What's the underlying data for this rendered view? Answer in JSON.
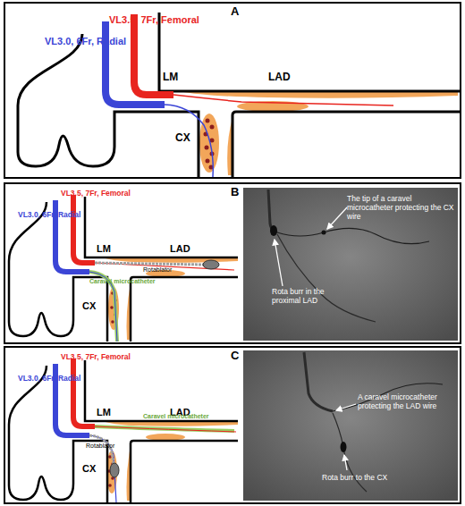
{
  "diagram": {
    "nodes": [
      {
        "text": [
          "A"
        ]
      },
      {
        "text": [
          "B"
        ]
      },
      {
        "text": [
          "C"
        ]
      }
    ],
    "labels": [
      "VL3.5, 7Fr, Femoral",
      "VL3.0, 6Fr, Radial",
      "LM",
      "LAD",
      "CX",
      "VL3.5, 7Fr, Femoral",
      "VL3.0, 6Fr, Radial",
      "LM",
      "LAD",
      "CX",
      "Rotablator",
      "Caravel microcatheter",
      "The tip of a caravel microcatheter protecting the CX wire",
      "Rota burr in the proximal LAD",
      "VL3.5, 7Fr, Femoral",
      "VL3.0, 6Fr, Radial",
      "LM",
      "LAD",
      "CX",
      "Rotablator",
      "Caravel microcatheter",
      "A caravel microcatheter protecting the LAD wire",
      "Rota burr to the CX"
    ]
  }
}
